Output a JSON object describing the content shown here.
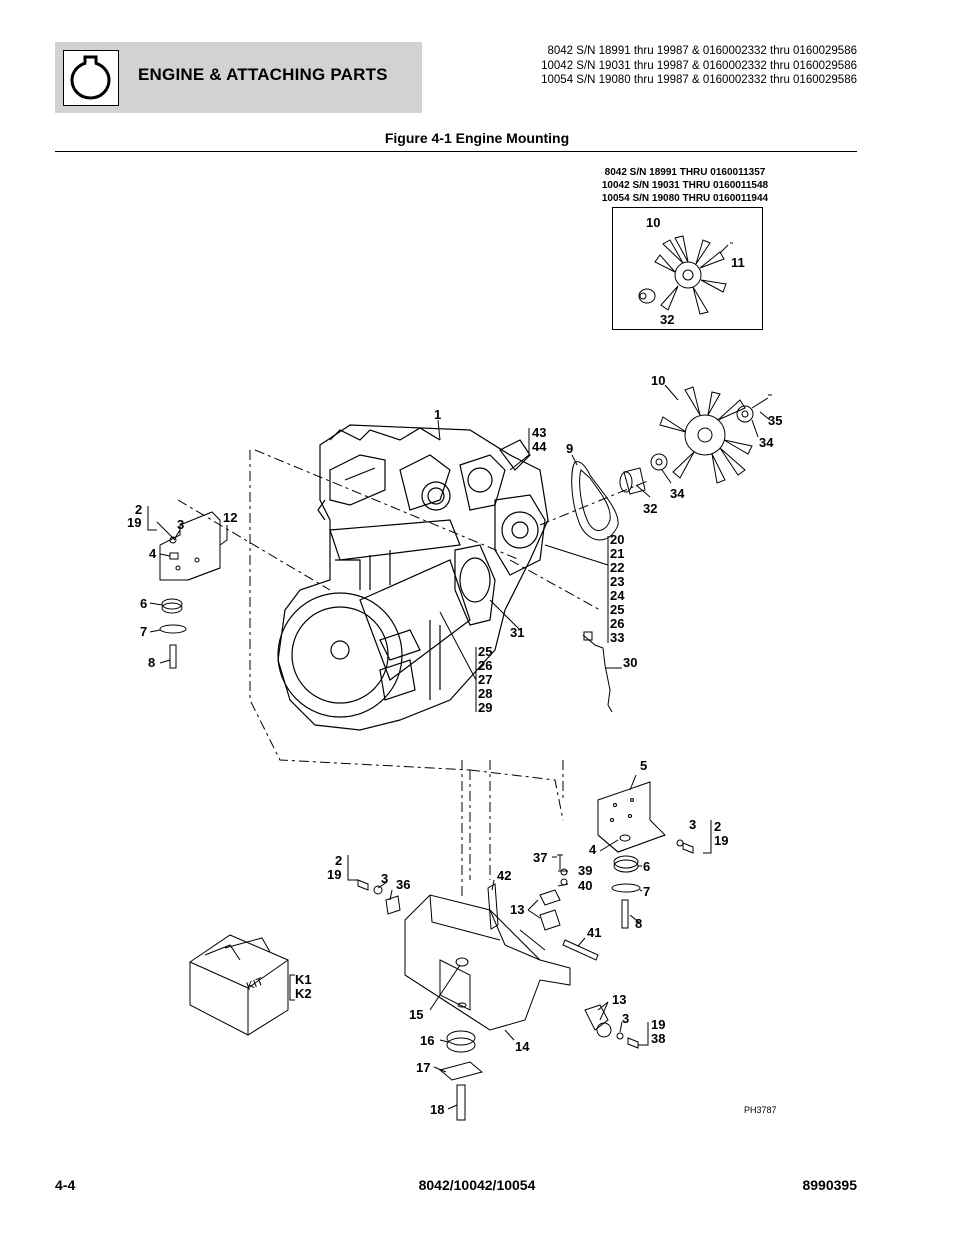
{
  "header": {
    "section_title": "ENGINE & ATTACHING PARTS",
    "icon": "engine-icon",
    "serial_lines": [
      "8042 S/N 18991 thru 19987 & 0160002332 thru 0160029586",
      "10042 S/N 19031 thru 19987 & 0160002332 thru 0160029586",
      "10054 S/N 19080 thru 19987 & 0160002332 thru 0160029586"
    ]
  },
  "figure": {
    "title": "Figure 4-1 Engine Mounting",
    "drawing_code": "PH3787",
    "inset_title_lines": [
      "8042 S/N 18991 THRU 0160011357",
      "10042 S/N 19031 THRU 0160011548",
      "10054 S/N 19080 THRU 0160011944"
    ],
    "inset_callouts": [
      "10",
      "11",
      "32"
    ],
    "callouts": {
      "c1": "1",
      "c43": "43",
      "c44": "44",
      "c9": "9",
      "c10": "10",
      "c35": "35",
      "c34a": "34",
      "c34b": "34",
      "c32": "32",
      "c2a": "2",
      "c19a": "19",
      "c3a": "3",
      "c12": "12",
      "c4a": "4",
      "c6a": "6",
      "c7a": "7",
      "c8a": "8",
      "g1": [
        "20",
        "21",
        "22",
        "23",
        "24",
        "25",
        "26",
        "33"
      ],
      "c31": "31",
      "c30": "30",
      "g2": [
        "25",
        "26",
        "27",
        "28",
        "29"
      ],
      "c5": "5",
      "c3b": "3",
      "c2b": "2",
      "c19b": "19",
      "c4b": "4",
      "c6b": "6",
      "c7b": "7",
      "c8b": "8",
      "c37": "37",
      "c39": "39",
      "c40": "40",
      "c42": "42",
      "c13a": "13",
      "c41": "41",
      "c2c": "2",
      "c19c": "19",
      "c3c": "3",
      "c36": "36",
      "k1": "K1",
      "k2": "K2",
      "kit": "KIT",
      "c15": "15",
      "c13b": "13",
      "c3d": "3",
      "c19d": "19",
      "c38": "38",
      "c16": "16",
      "c14": "14",
      "c17": "17",
      "c18": "18"
    }
  },
  "footer": {
    "page_number": "4-4",
    "models": "8042/10042/10054",
    "part_number": "8990395"
  }
}
